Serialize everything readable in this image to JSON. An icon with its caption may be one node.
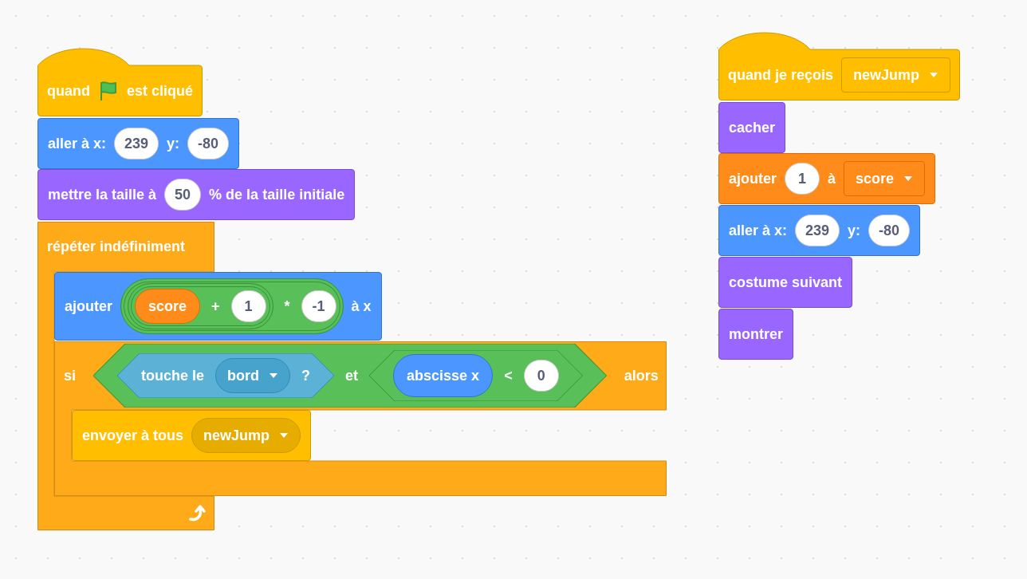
{
  "diagram": {
    "nodes": [
      {
        "text": [
          "quand",
          "est cliqué"
        ]
      },
      {
        "text": [
          "aller à x:",
          "y:"
        ]
      },
      {
        "text": [
          "239"
        ],
        "in": 1
      },
      {
        "text": [
          "-80"
        ],
        "in": 1
      },
      {
        "text": [
          "mettre la taille à",
          "% de la taille initiale"
        ]
      },
      {
        "text": [
          "50"
        ],
        "in": 4
      },
      {
        "text": [
          "répéter indéfiniment"
        ]
      },
      {
        "text": [
          "ajouter",
          "à x"
        ]
      },
      {
        "text": [
          "*"
        ],
        "in": 7
      },
      {
        "text": [
          "+"
        ],
        "in": 8
      },
      {
        "text": [
          "score"
        ],
        "in": 9
      },
      {
        "text": [
          "1"
        ],
        "in": 9
      },
      {
        "text": [
          "-1"
        ],
        "in": 8
      },
      {
        "text": [
          "si",
          "alors"
        ]
      },
      {
        "text": [
          "et"
        ],
        "in": 13
      },
      {
        "text": [
          "touche le",
          "?"
        ],
        "in": 14
      },
      {
        "text": [
          "bord"
        ],
        "in": 15
      },
      {
        "text": [
          "<"
        ],
        "in": 14
      },
      {
        "text": [
          "abscisse x"
        ],
        "in": 17
      },
      {
        "text": [
          "0"
        ],
        "in": 17
      },
      {
        "text": [
          "envoyer à tous"
        ],
        "in": 13
      },
      {
        "text": [
          "newJump"
        ],
        "in": 20
      },
      {
        "text": [
          "quand je reçois"
        ]
      },
      {
        "text": [
          "newJump"
        ],
        "in": 22
      },
      {
        "text": [
          "cacher"
        ]
      },
      {
        "text": [
          "ajouter",
          "à"
        ]
      },
      {
        "text": [
          "1"
        ],
        "in": 25
      },
      {
        "text": [
          "score"
        ],
        "in": 25
      },
      {
        "text": [
          "aller à x:",
          "y:"
        ]
      },
      {
        "text": [
          "239"
        ],
        "in": 28
      },
      {
        "text": [
          "-80"
        ],
        "in": 28
      },
      {
        "text": [
          "costume suivant"
        ]
      },
      {
        "text": [
          "montrer"
        ]
      }
    ]
  }
}
